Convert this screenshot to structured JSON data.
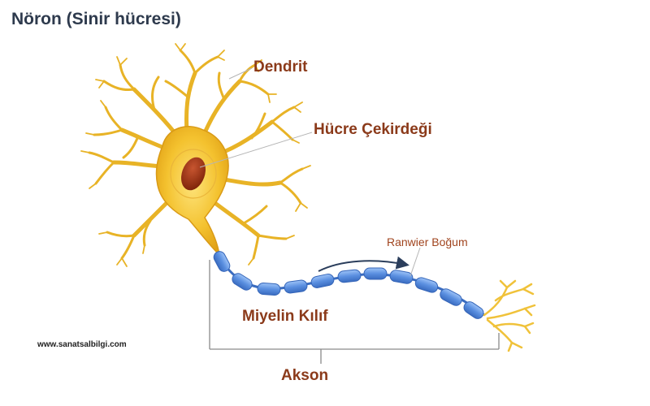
{
  "title": "Nöron (Sinir hücresi)",
  "labels": {
    "dendrit": "Dendrit",
    "hucre_cekirdegi": "Hücre Çekirdeği",
    "ranwier_bogum": "Ranwier Boğum",
    "miyelin_kilif": "Miyelin Kılıf",
    "akson": "Akson"
  },
  "website": "www.sanatsalbilgi.com",
  "colors": {
    "cell_body": "#f2c12e",
    "nucleus": "#9a3212",
    "myelin": "#5b8fe0",
    "label_text": "#8b3a1a",
    "title_text": "#2e3a4d"
  }
}
